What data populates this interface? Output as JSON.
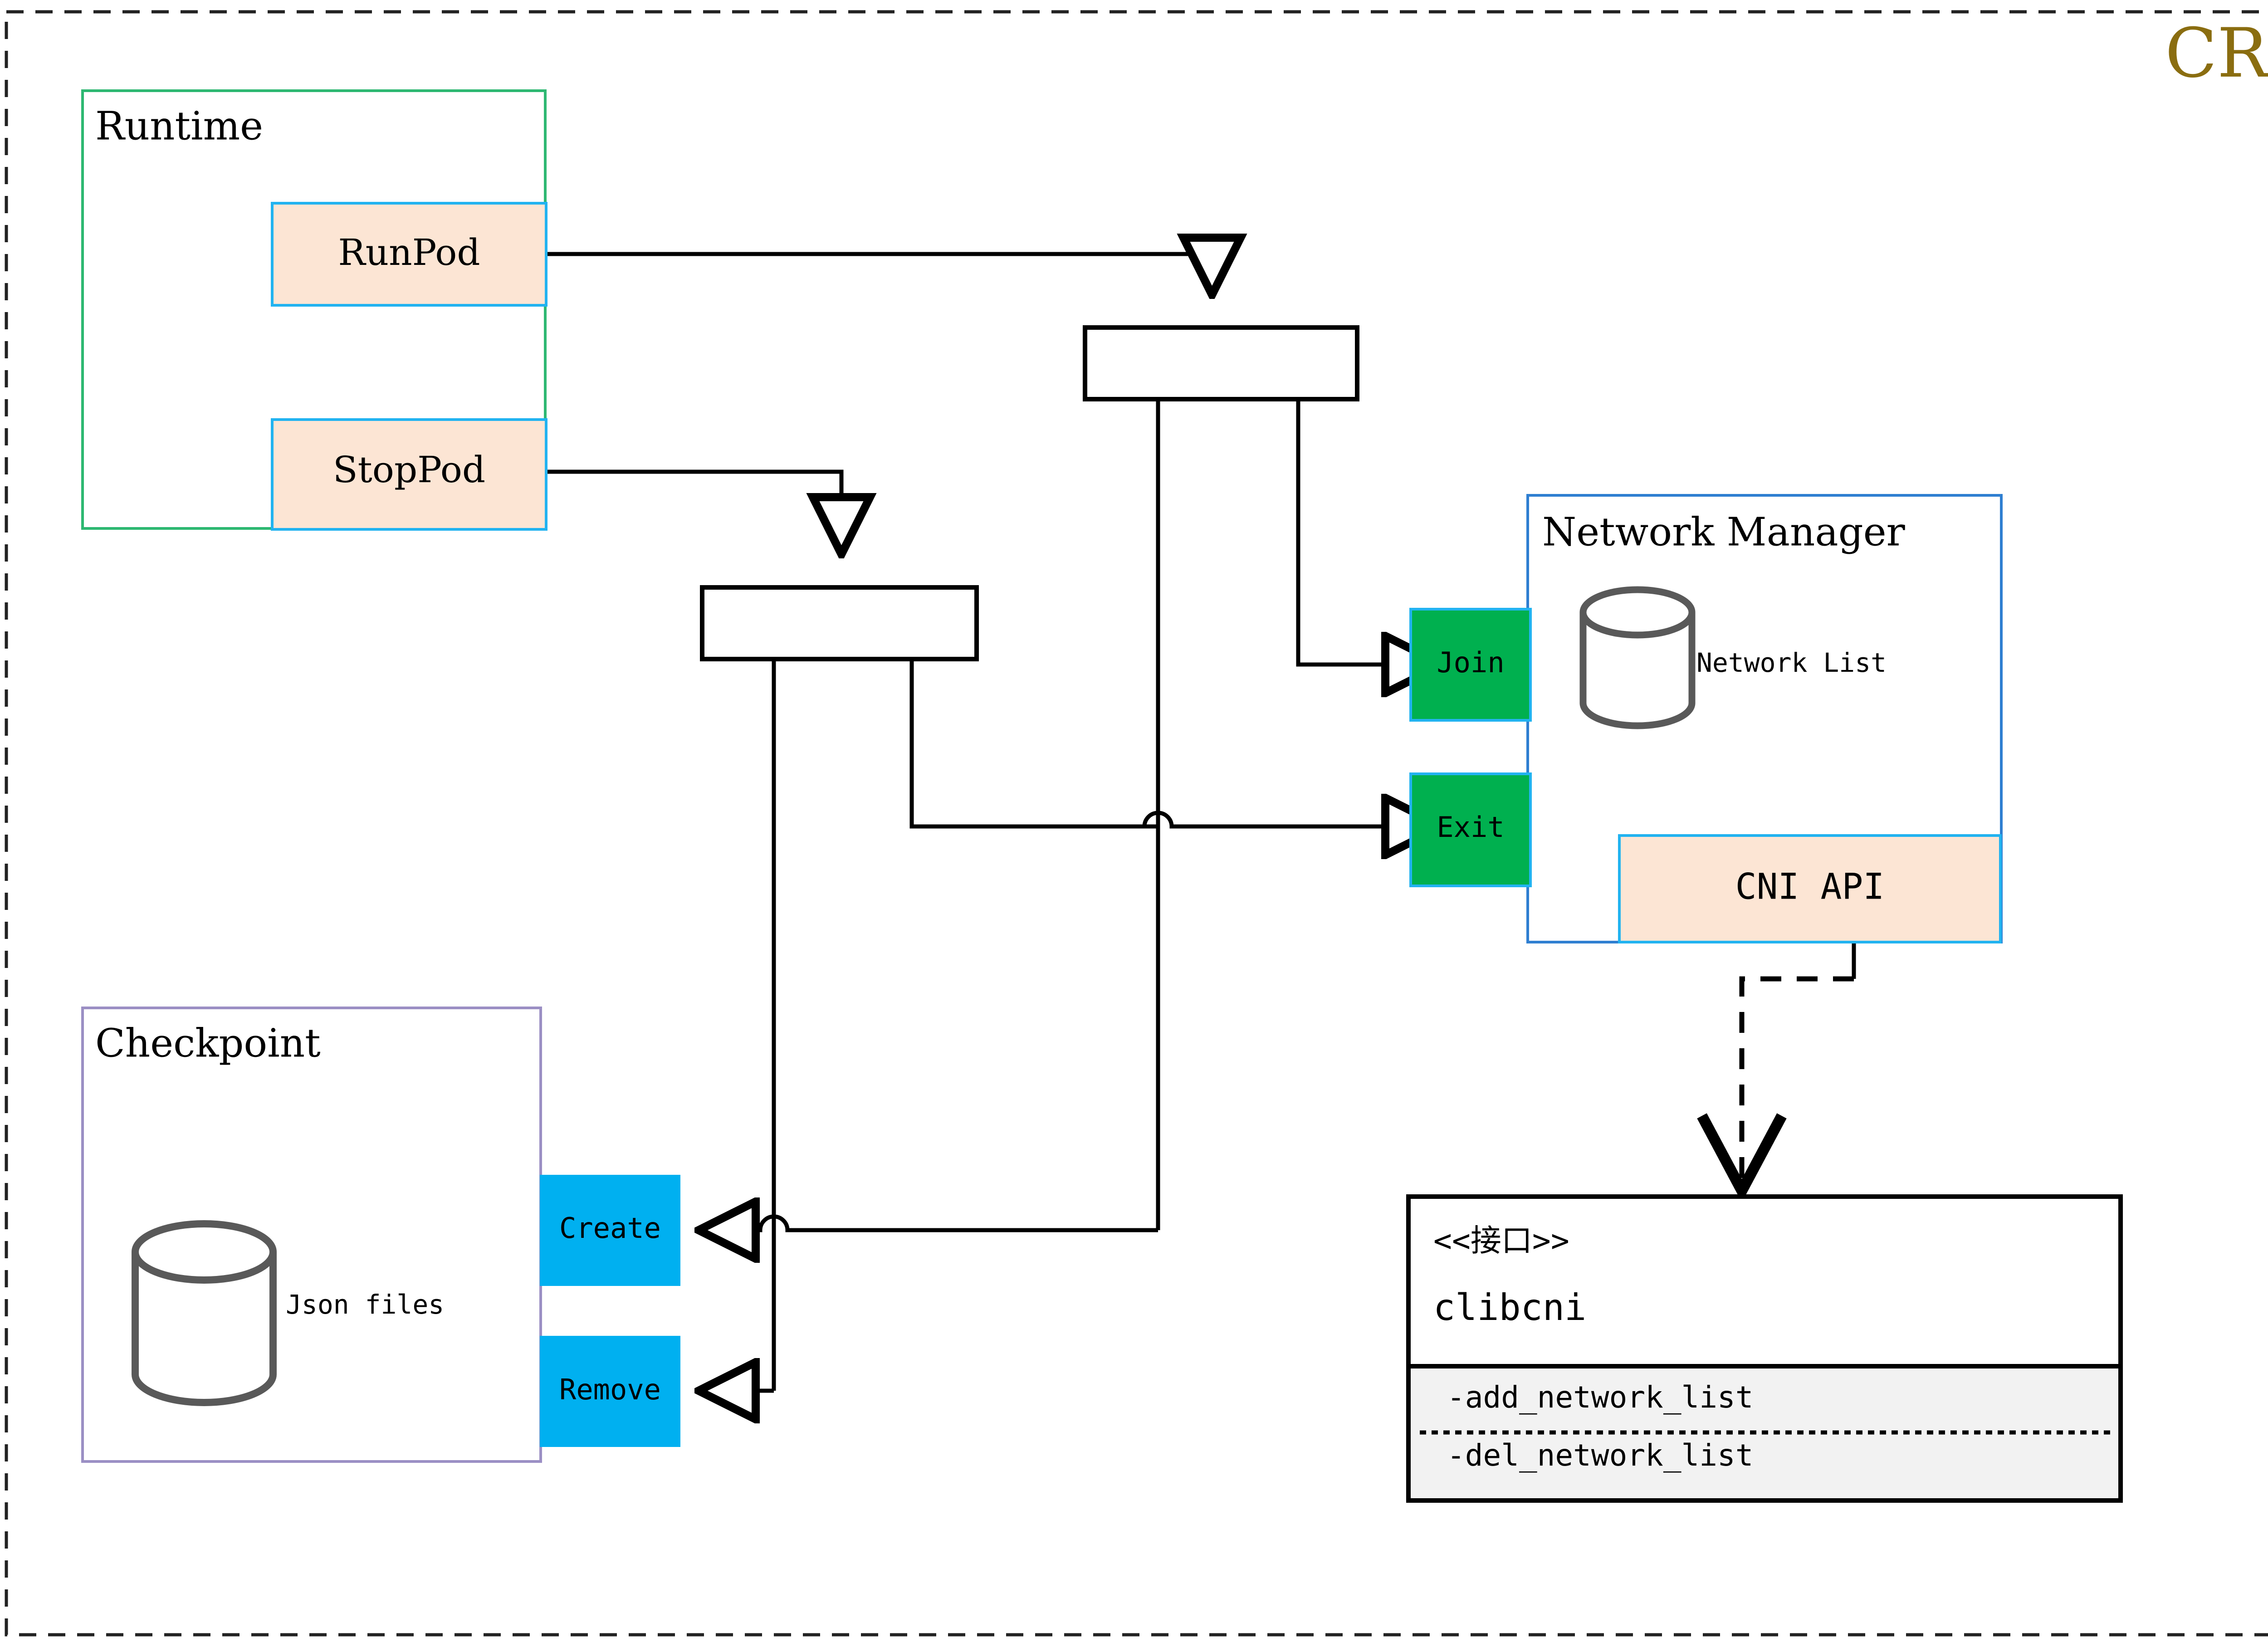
{
  "diagram": {
    "title": "CRI",
    "title_color": "#8a6d10",
    "outer_frame": {
      "style": "dashed",
      "color": "#222222"
    }
  },
  "colors": {
    "runtime_border": "#2eb872",
    "checkpoint_border": "#9b8fc4",
    "network_manager_border": "#2f7fd1",
    "method_box_fill": "#fce5d4",
    "method_box_border": "#22b3f0",
    "green_op_fill": "#00b04f",
    "green_op_border": "#22b3f0",
    "cyan_op_fill": "#00b0f0",
    "cylinder_stroke": "#595959",
    "line": "#000000",
    "interface_fill": "#f2f2f2"
  },
  "runtime": {
    "label": "Runtime",
    "methods": [
      {
        "id": "runpod",
        "label": "RunPod"
      },
      {
        "id": "stoppod",
        "label": "StopPod"
      }
    ]
  },
  "checkpoint": {
    "label": "Checkpoint",
    "store_label": "Json files",
    "store_icon": "database-cylinder-icon",
    "operations": [
      {
        "id": "create",
        "label": "Create"
      },
      {
        "id": "remove",
        "label": "Remove"
      }
    ]
  },
  "network_manager": {
    "label": "Network Manager",
    "store_label": "Network List",
    "store_icon": "database-cylinder-icon",
    "operations": [
      {
        "id": "join",
        "label": "Join"
      },
      {
        "id": "exit",
        "label": "Exit"
      }
    ],
    "api_box": {
      "id": "cni-api",
      "label": "CNI API"
    }
  },
  "interface_box": {
    "stereotype": "<<接口>>",
    "name": "clibcni",
    "methods": [
      "-add_network_list",
      "-del_network_list"
    ]
  },
  "junctions": [
    {
      "id": "junction-top",
      "label": ""
    },
    {
      "id": "junction-bottom",
      "label": ""
    }
  ]
}
